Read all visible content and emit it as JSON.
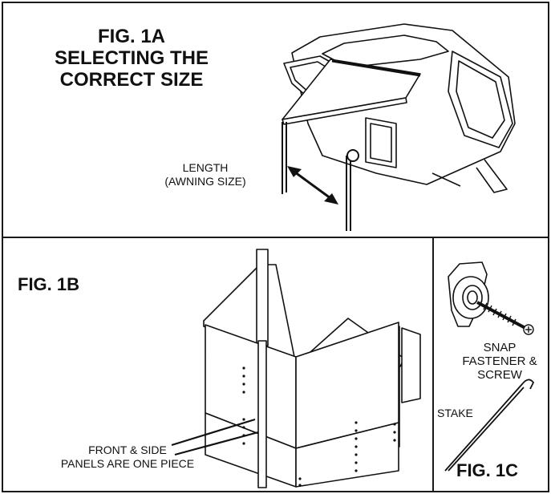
{
  "fig_1a": {
    "title_line1": "FIG. 1A",
    "title_line2": "SELECTING THE",
    "title_line3": "CORRECT SIZE",
    "length_label_line1": "LENGTH",
    "length_label_line2": "(AWNING SIZE)"
  },
  "fig_1b": {
    "title": "FIG. 1B",
    "panels_label_line1": "FRONT & SIDE",
    "panels_label_line2": "PANELS ARE ONE PIECE"
  },
  "fig_1c": {
    "title": "FIG. 1C",
    "snap_label_line1": "SNAP",
    "snap_label_line2": "FASTENER &",
    "snap_label_line3": "SCREW",
    "stake_label": "STAKE"
  },
  "colors": {
    "ink": "#111111",
    "panel_border": "#1a1a1a",
    "shade": "#d9d9d9",
    "background": "#ffffff"
  }
}
